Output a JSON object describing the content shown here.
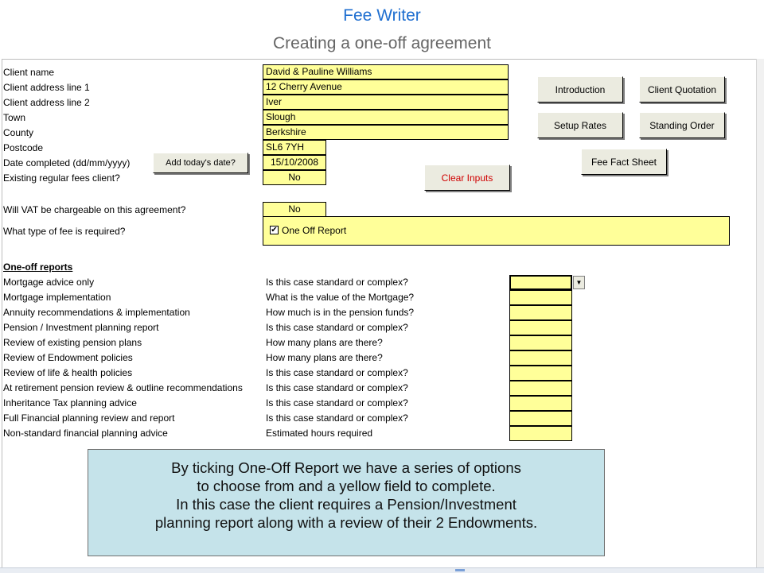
{
  "header": {
    "title": "Fee Writer",
    "subtitle": "Creating a one-off agreement"
  },
  "form": {
    "labels": {
      "client_name": "Client name",
      "address1": "Client address line 1",
      "address2": "Client address line 2",
      "town": "Town",
      "county": "County",
      "postcode": "Postcode",
      "date_completed": "Date completed (dd/mm/yyyy)",
      "existing_client": "Existing regular fees client?",
      "vat": "Will VAT be chargeable on this agreement?",
      "fee_type": "What type of fee is required?"
    },
    "values": {
      "client_name": "David & Pauline Williams",
      "address1": "12 Cherry Avenue",
      "address2": "Iver",
      "town": "Slough",
      "county": "Berkshire",
      "postcode": "SL6 7YH",
      "date_completed": "15/10/2008",
      "existing_client": "No",
      "vat": "No"
    },
    "fee_type_option": {
      "label": "One Off Report",
      "checked": true,
      "check_glyph": "✔"
    }
  },
  "buttons": {
    "add_date": "Add today's date?",
    "introduction": "Introduction",
    "client_quotation": "Client Quotation",
    "setup_rates": "Setup Rates",
    "standing_order": "Standing Order",
    "fee_fact_sheet": "Fee Fact Sheet",
    "clear_inputs": "Clear Inputs"
  },
  "oneoff": {
    "heading": "One-off reports",
    "rows": [
      {
        "report": "Mortgage advice only",
        "question": "Is this case standard or complex?"
      },
      {
        "report": "Mortgage implementation",
        "question": "What is the value of the Mortgage?"
      },
      {
        "report": "Annuity recommendations & implementation",
        "question": "How much is in the pension funds?"
      },
      {
        "report": "Pension / Investment planning report",
        "question": "Is this case standard or complex?"
      },
      {
        "report": "Review of existing pension plans",
        "question": "How many plans are there?"
      },
      {
        "report": "Review of Endowment policies",
        "question": "How many plans are there?"
      },
      {
        "report": "Review of life & health policies",
        "question": "Is this case standard or complex?"
      },
      {
        "report": "At retirement pension review & outline recommendations",
        "question": "Is this case standard or complex?"
      },
      {
        "report": "Inheritance Tax planning advice",
        "question": "Is this case standard or complex?"
      },
      {
        "report": "Full Financial planning review and report",
        "question": "Is this case standard or complex?"
      },
      {
        "report": "Non-standard financial planning advice",
        "question": "Estimated hours required"
      }
    ]
  },
  "callout": {
    "lines": [
      "By ticking One-Off Report we have a series of options",
      "to choose from and a yellow field to complete.",
      "In this case the client requires a Pension/Investment",
      "planning report along with a review of their 2 Endowments."
    ]
  },
  "colors": {
    "title": "#1f6fd0",
    "subtitle": "#666666",
    "field_fill": "#ffff99",
    "button_fill": "#ebebe0",
    "clear_text": "#d00000",
    "callout_fill": "#c5e3ea"
  }
}
